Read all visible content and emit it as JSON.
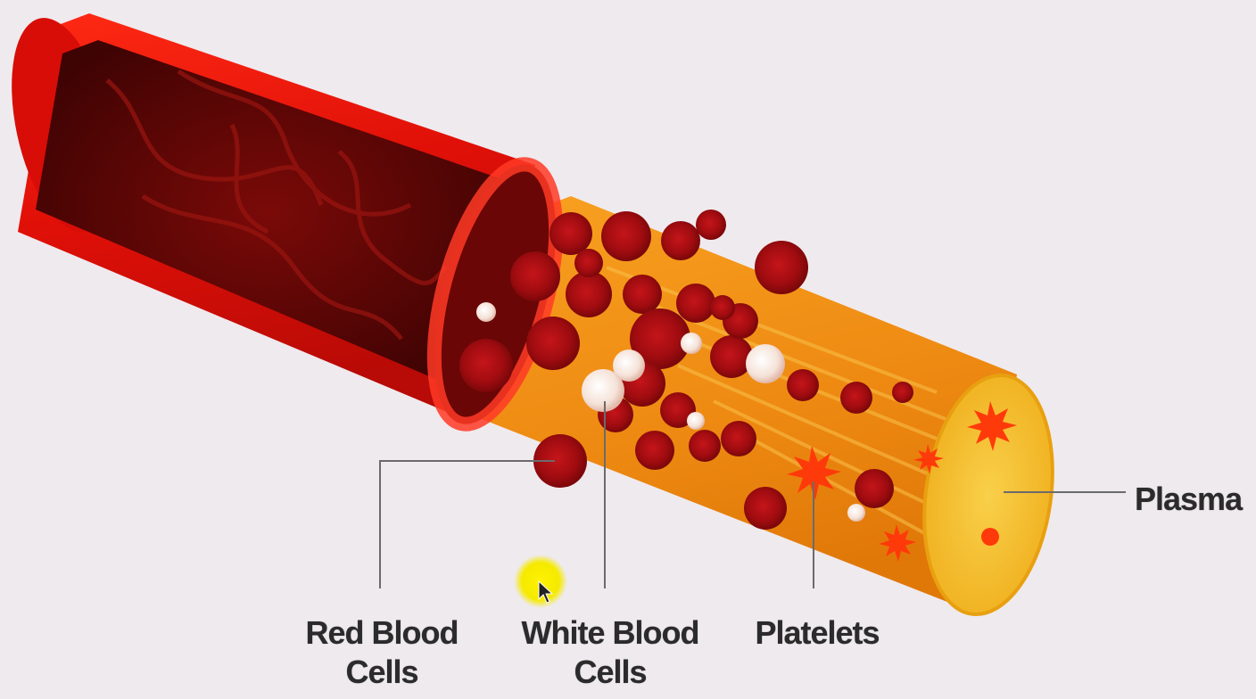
{
  "labels": {
    "red_blood_cells": {
      "line1": "Red Blood",
      "line2": "Cells"
    },
    "white_blood_cells": {
      "line1": "White Blood",
      "line2": "Cells"
    },
    "platelets": "Platelets",
    "plasma": "Plasma"
  },
  "colors": {
    "background": "#efeaee",
    "vessel_red": "#e8150c",
    "vessel_dark": "#5a0505",
    "plasma_orange": "#f08a10",
    "plasma_face": "#f5c22a",
    "red_cell": "#a30d10",
    "white_cell": "#f7ece2",
    "platelet": "#ff3a0a",
    "leader_line": "#6b6b6b",
    "cursor_highlight": "#f5f000"
  },
  "icons": {
    "cursor": "mouse-pointer-icon"
  }
}
